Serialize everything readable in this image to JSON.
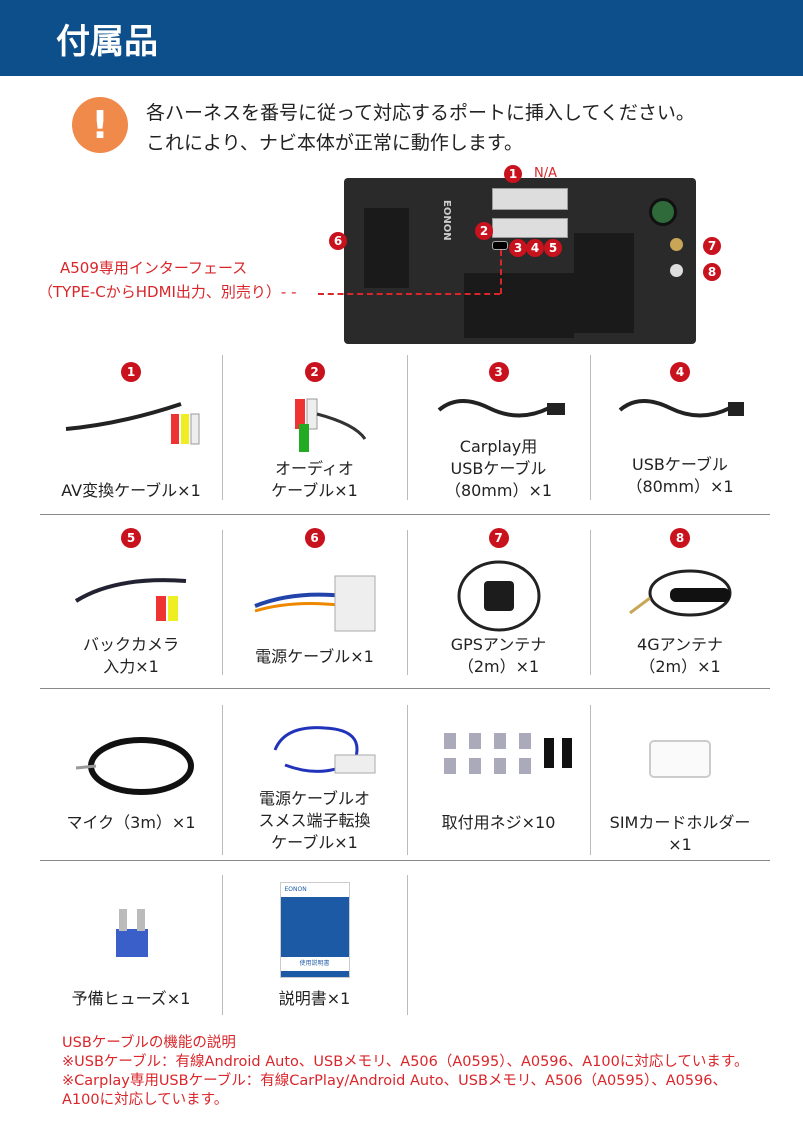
{
  "header": {
    "title": "付属品"
  },
  "notice": {
    "icon": "exclamation-icon",
    "line1": "各ハーネスを番号に従って対応するポートに挿入してください。",
    "line2": "これにより、ナビ本体が正常に動作します。"
  },
  "device": {
    "brand": "EONON",
    "na_label": "N/A",
    "callouts": [
      "1",
      "2",
      "3",
      "4",
      "5",
      "6",
      "7",
      "8"
    ],
    "interface_line1": "A509専用インターフェース",
    "interface_line2": "（TYPE-CからHDMI出力、別売り）- -"
  },
  "items": [
    {
      "num": "1",
      "caption": [
        "AV変換ケーブル×1"
      ]
    },
    {
      "num": "2",
      "caption": [
        "オーディオ",
        "ケーブル×1"
      ]
    },
    {
      "num": "3",
      "caption": [
        "Carplay用",
        "USBケーブル",
        "（80mm）×1"
      ]
    },
    {
      "num": "4",
      "caption": [
        "USBケーブル",
        "（80mm）×1"
      ]
    },
    {
      "num": "5",
      "caption": [
        "バックカメラ",
        "入力×1"
      ]
    },
    {
      "num": "6",
      "caption": [
        "電源ケーブル×1"
      ]
    },
    {
      "num": "7",
      "caption": [
        "GPSアンテナ",
        "（2m）×1"
      ]
    },
    {
      "num": "8",
      "caption": [
        "4Gアンテナ",
        "（2m）×1"
      ]
    },
    {
      "num": "",
      "caption": [
        "マイク（3m）×1"
      ]
    },
    {
      "num": "",
      "caption": [
        "電源ケーブルオ",
        "スメス端子転換",
        "ケーブル×1"
      ]
    },
    {
      "num": "",
      "caption": [
        "取付用ネジ×10"
      ]
    },
    {
      "num": "",
      "caption": [
        "SIMカードホルダー",
        "×1"
      ]
    },
    {
      "num": "",
      "caption": [
        "予備ヒューズ×1"
      ]
    },
    {
      "num": "",
      "caption": [
        "説明書×1"
      ]
    }
  ],
  "manual": {
    "brand": "EONON",
    "title": "使用説明書"
  },
  "notes": [
    "USBケーブルの機能の説明",
    "※USBケーブル：有線Android Auto、USBメモリ、A506（A0595）、A0596、A100に対応しています。",
    "※Carplay専用USBケーブル：有線CarPlay/Android Auto、USBメモリ、A506（A0595）、A0596、",
    "A100に対応しています。"
  ],
  "colors": {
    "header": "#0d4f8b",
    "accent_red": "#d9262b",
    "warning": "#f08a4b"
  }
}
